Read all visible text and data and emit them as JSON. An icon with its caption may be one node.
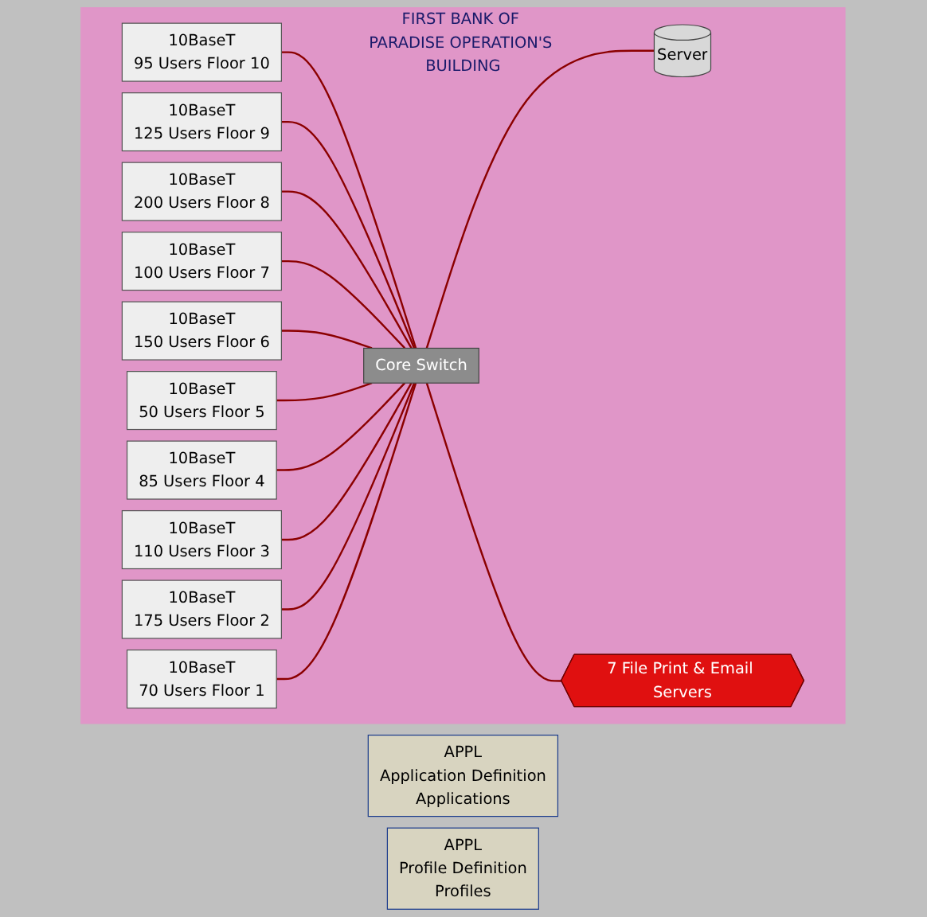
{
  "diagram": {
    "nodes": [
      {
        "text": [
          "FIRST BANK OF PARADISE OPERATION'S BUILDING"
        ]
      },
      {
        "text": [
          "10BaseT",
          "95 Users Floor 10"
        ],
        "in": 0
      },
      {
        "text": [
          "10BaseT",
          "125 Users Floor 9"
        ],
        "in": 0
      },
      {
        "text": [
          "10BaseT",
          "200 Users Floor 8"
        ],
        "in": 0
      },
      {
        "text": [
          "10BaseT",
          "100 Users Floor 7"
        ],
        "in": 0
      },
      {
        "text": [
          "10BaseT",
          "150 Users Floor 6"
        ],
        "in": 0
      },
      {
        "text": [
          "10BaseT",
          "50 Users Floor 5"
        ],
        "in": 0
      },
      {
        "text": [
          "10BaseT",
          "85 Users Floor 4"
        ],
        "in": 0
      },
      {
        "text": [
          "10BaseT",
          "110 Users Floor 3"
        ],
        "in": 0
      },
      {
        "text": [
          "10BaseT",
          "175 Users Floor 2"
        ],
        "in": 0
      },
      {
        "text": [
          "10BaseT",
          "70 Users Floor 1"
        ],
        "in": 0
      },
      {
        "text": [
          "Core Switch"
        ],
        "in": 0
      },
      {
        "text": [
          "Server"
        ],
        "in": 0
      },
      {
        "text": [
          "7 File Print & Email Servers"
        ],
        "in": 0
      },
      {
        "text": [
          "APPL",
          "Application Definition",
          "Applications"
        ]
      },
      {
        "text": [
          "APPL",
          "Profile Definition",
          "Profiles"
        ]
      }
    ],
    "edges": [
      {
        "from": 1,
        "to": 11,
        "arrow": "none"
      },
      {
        "from": 2,
        "to": 11,
        "arrow": "none"
      },
      {
        "from": 3,
        "to": 11,
        "arrow": "none"
      },
      {
        "from": 4,
        "to": 11,
        "arrow": "none"
      },
      {
        "from": 5,
        "to": 11,
        "arrow": "none"
      },
      {
        "from": 6,
        "to": 11,
        "arrow": "none"
      },
      {
        "from": 7,
        "to": 11,
        "arrow": "none"
      },
      {
        "from": 8,
        "to": 11,
        "arrow": "none"
      },
      {
        "from": 9,
        "to": 11,
        "arrow": "none"
      },
      {
        "from": 10,
        "to": 11,
        "arrow": "none"
      },
      {
        "from": 11,
        "to": 12,
        "arrow": "none"
      },
      {
        "from": 11,
        "to": 13,
        "arrow": "none"
      }
    ]
  }
}
